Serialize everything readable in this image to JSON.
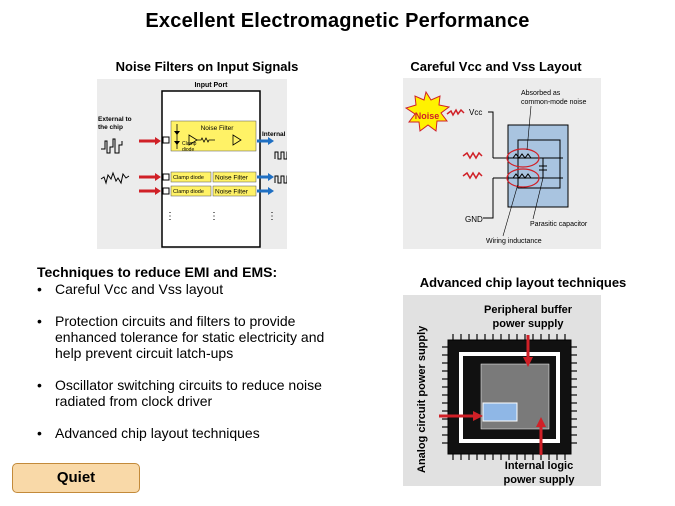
{
  "title": "Excellent Electromagnetic Performance",
  "noise_filters": {
    "caption": "Noise Filters on Input Signals",
    "input_port": "Input Port",
    "external": [
      "External to",
      "the chip"
    ],
    "internal": "Internal",
    "noise_filter": "Noise Filter",
    "clamp": [
      "Clamp",
      "diode"
    ],
    "clamp_diode": "Clamp diode",
    "dots": "⋮"
  },
  "vcc_vss": {
    "caption": "Careful Vcc and Vss Layout",
    "noise": "Noise",
    "vcc": "Vcc",
    "gnd": "GND",
    "absorbed": [
      "Absorbed as",
      "common-mode noise"
    ],
    "parasitic": "Parasitic capacitor",
    "wiring": "Wiring inductance"
  },
  "chip_layout": {
    "caption": "Advanced chip layout techniques",
    "peripheral": [
      "Peripheral buffer",
      "power supply"
    ],
    "analog": "Analog circuit power supply",
    "internal_logic": [
      "Internal logic",
      "power supply"
    ]
  },
  "techniques": {
    "heading": "Techniques to reduce EMI and EMS:",
    "bullets": [
      [
        "Careful Vcc and Vss layout"
      ],
      [
        "Protection circuits and filters to provide",
        "enhanced tolerance for static electricity  and",
        "help prevent circuit latch-ups"
      ],
      [
        "Oscillator switching circuits to reduce noise",
        "radiated from clock driver"
      ],
      [
        "Advanced chip layout techniques"
      ]
    ]
  },
  "quiet_button": "Quiet",
  "colors": {
    "accent_blue": "#1f6fc2",
    "noise_red": "#d02027",
    "filter_yellow": "#fff266",
    "button_bg": "#f9d9a8"
  }
}
